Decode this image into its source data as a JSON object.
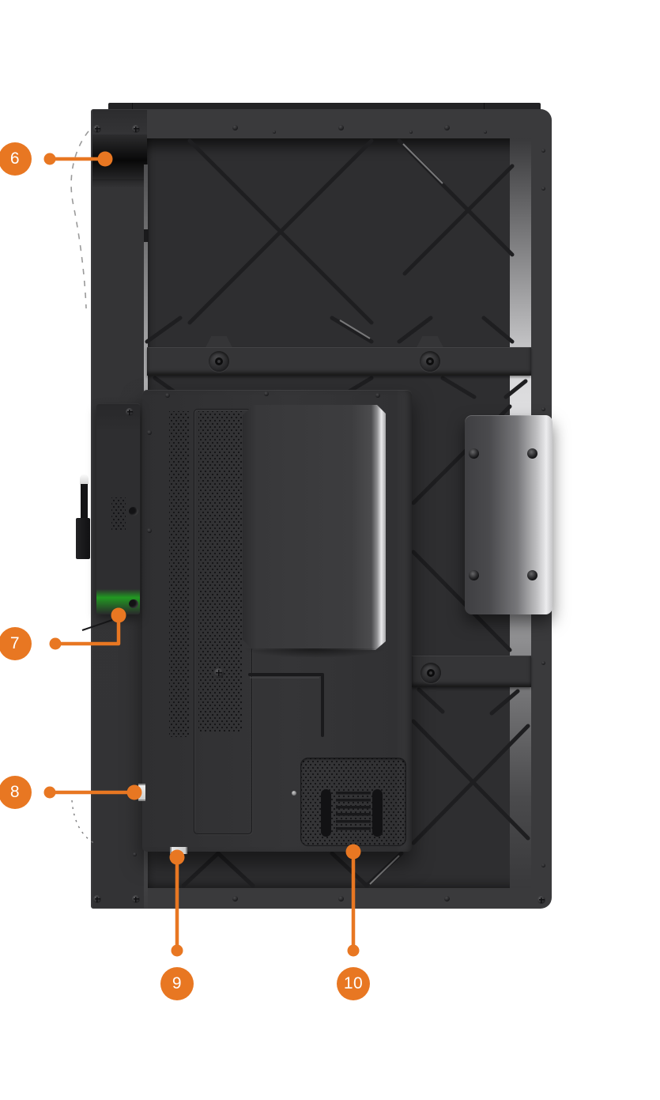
{
  "figure": {
    "subject": "display rear panel parts diagram",
    "background_color": "#ffffff",
    "accent_color": "#e87722",
    "palette": {
      "frame": "#3a3a3c",
      "recess": "#2e2e30",
      "module": "#333335",
      "groove": "#1c1c1e",
      "bracket_highlight": "#ececee"
    },
    "callouts": [
      {
        "label": "6"
      },
      {
        "label": "7"
      },
      {
        "label": "8"
      },
      {
        "label": "9"
      },
      {
        "label": "10"
      }
    ]
  }
}
